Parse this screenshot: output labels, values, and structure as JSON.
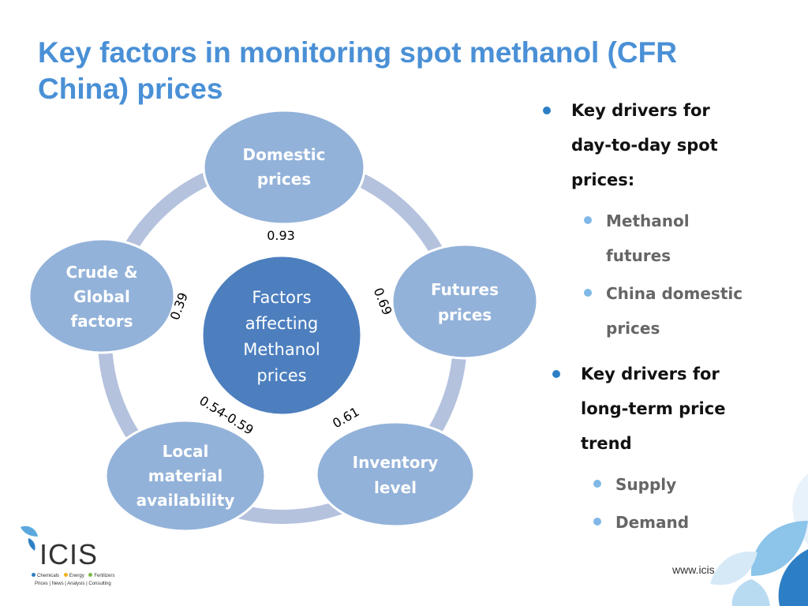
{
  "title": "Key factors in monitoring spot methanol (CFR China) prices",
  "diagram": {
    "center": [
      "Factors",
      "affecting",
      "Methanol",
      "prices"
    ],
    "nodes": {
      "domestic": [
        "Domestic",
        "prices"
      ],
      "futures": [
        "Futures",
        "prices"
      ],
      "inventory": [
        "Inventory",
        "level"
      ],
      "local": [
        "Local",
        "material",
        "availability"
      ],
      "crude": [
        "Crude &",
        "Global",
        "factors"
      ]
    },
    "correlations": {
      "domestic": "0.93",
      "futures": "0.69",
      "inventory": "0.61",
      "local": "0.54-0.59",
      "crude": "0.39"
    }
  },
  "bullets": [
    {
      "label_lines": [
        "Key drivers for",
        "day-to-day spot",
        "prices:"
      ],
      "items": [
        [
          "Methanol",
          "futures"
        ],
        [
          "China domestic",
          "prices"
        ]
      ]
    },
    {
      "label_lines": [
        "Key drivers for",
        "long-term price",
        "trend"
      ],
      "items": [
        [
          "Supply"
        ],
        [
          "Demand"
        ]
      ]
    }
  ],
  "logo": {
    "text": "ICIS",
    "categories": [
      "Chemicals",
      "Energy",
      "Fertilizers"
    ],
    "tagline": "Prices | News | Analysis | Consulting"
  },
  "footer_url": "www.icis.com",
  "colors": {
    "title": "#4a90d6",
    "node": "#93b2d9",
    "center": "#4d7fbf",
    "ring": "#b4c2de",
    "bullet_level1": "#2d7fc5",
    "bullet_level2": "#7fb8e6"
  }
}
